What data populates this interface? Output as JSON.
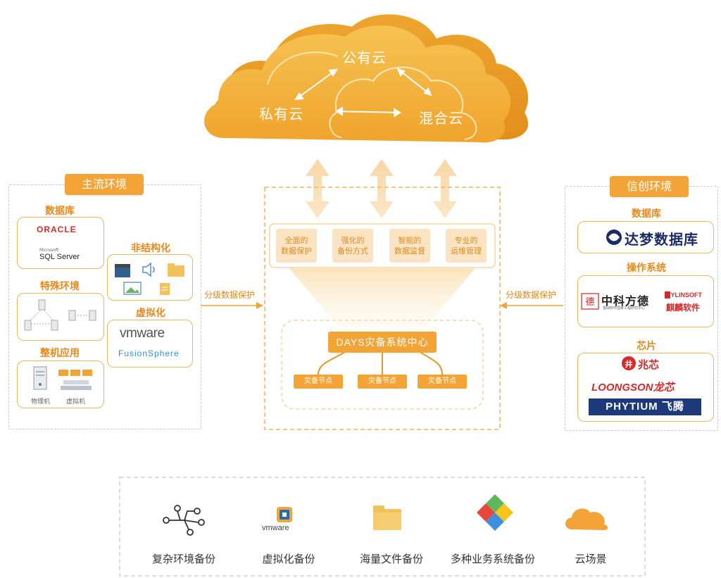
{
  "cloud": {
    "public": "公有云",
    "private": "私有云",
    "hybrid": "混合云"
  },
  "left_panel": {
    "title": "主流环境",
    "database_title": "数据库",
    "oracle": "ORACLE",
    "sql_small": "Microsoft",
    "sql_server": "SQL Server",
    "special_env_title": "特殊环境",
    "whole_app_title": "整机应用",
    "physical_machine": "物理机",
    "virtual_machine": "虚拟机",
    "unstructured_title": "非结构化",
    "virtualization_title": "虚拟化",
    "vmware_logo": "vmware",
    "fusion_logo": "FusionSphere"
  },
  "arrows": {
    "left_label": "分级数据保护",
    "right_label": "分级数据保护"
  },
  "center": {
    "features": [
      "全面的\n数据保护",
      "强化的\n备份方式",
      "智能的\n数据监督",
      "专业的\n运维管理"
    ],
    "title": "DAYS灾备系统中心",
    "nodes": [
      "灾备节点",
      "灾备节点",
      "灾备节点"
    ]
  },
  "right_panel": {
    "title": "信创环境",
    "database_title": "数据库",
    "dameng": "达梦数据库",
    "os_title": "操作系统",
    "zkfd": "中科方德",
    "zkfd_sub": "基础软件国家工程研究中心",
    "kylin_en": "KYLINSOFT",
    "kylin_cn": "麒麟软件",
    "chip_title": "芯片",
    "zhaoxin": "兆芯",
    "loongson": "LOONGSON龙芯",
    "phytium": "PHYTIUM 飞腾"
  },
  "bottom": {
    "items": [
      "复杂环境备份",
      "虚拟化备份",
      "海量文件备份",
      "多种业务系统备份",
      "云场景"
    ],
    "vmware_label": "vmware"
  },
  "colors": {
    "accent": "#f2a436",
    "accent_light": "#fbe4c3",
    "cloud_front": "#f4b33e",
    "cloud_back": "#e99a24"
  }
}
